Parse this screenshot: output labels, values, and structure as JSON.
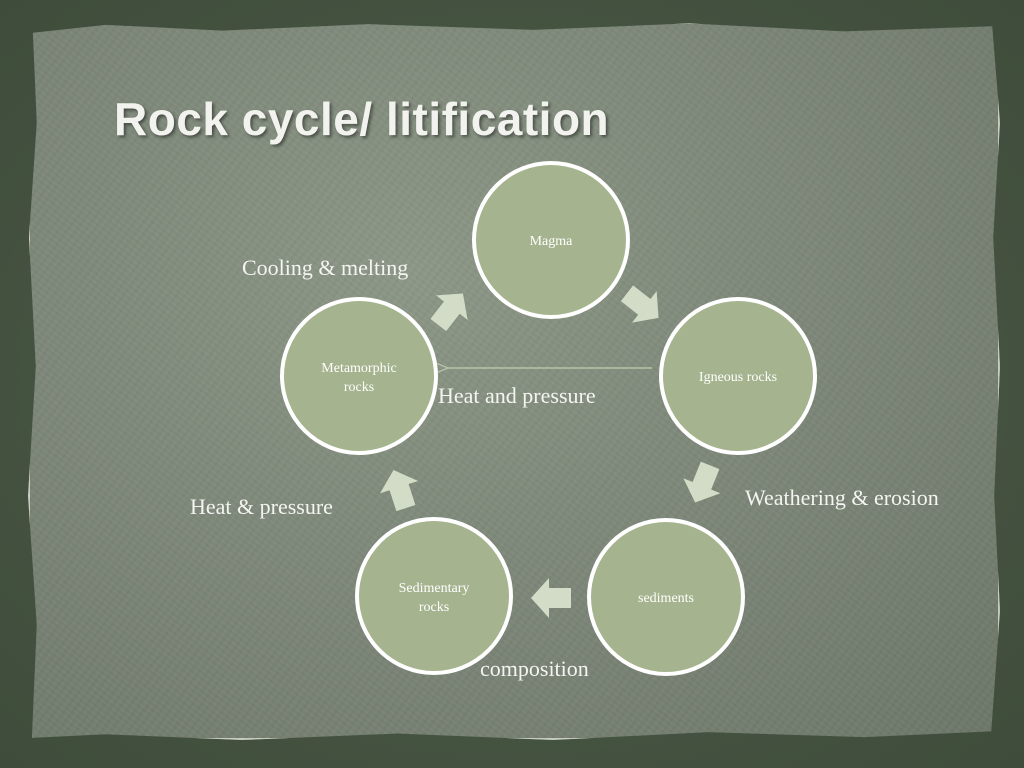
{
  "title": "Rock cycle/ litification",
  "colors": {
    "node_fill": "#a5b38e",
    "node_stroke": "#ffffff",
    "arrow_fill": "#d3dcc6",
    "line": "#b9c2a8"
  },
  "nodes": [
    {
      "id": "magma",
      "lines": [
        "Magma"
      ]
    },
    {
      "id": "igneous",
      "lines": [
        "Igneous rocks"
      ]
    },
    {
      "id": "sediments",
      "lines": [
        "sediments"
      ]
    },
    {
      "id": "sedimentary",
      "lines": [
        "Sedimentary",
        "rocks"
      ]
    },
    {
      "id": "metamorphic",
      "lines": [
        "Metamorphic",
        "rocks"
      ]
    }
  ],
  "labels": {
    "cooling": "Cooling & melting",
    "heat_center": "Heat and pressure",
    "weathering": "Weathering & erosion",
    "heat_left": "Heat & pressure",
    "composition": "composition"
  },
  "icons": {
    "cycle_arrow": "chevron-arrow-icon",
    "direct_arrow": "thin-arrow-icon"
  }
}
